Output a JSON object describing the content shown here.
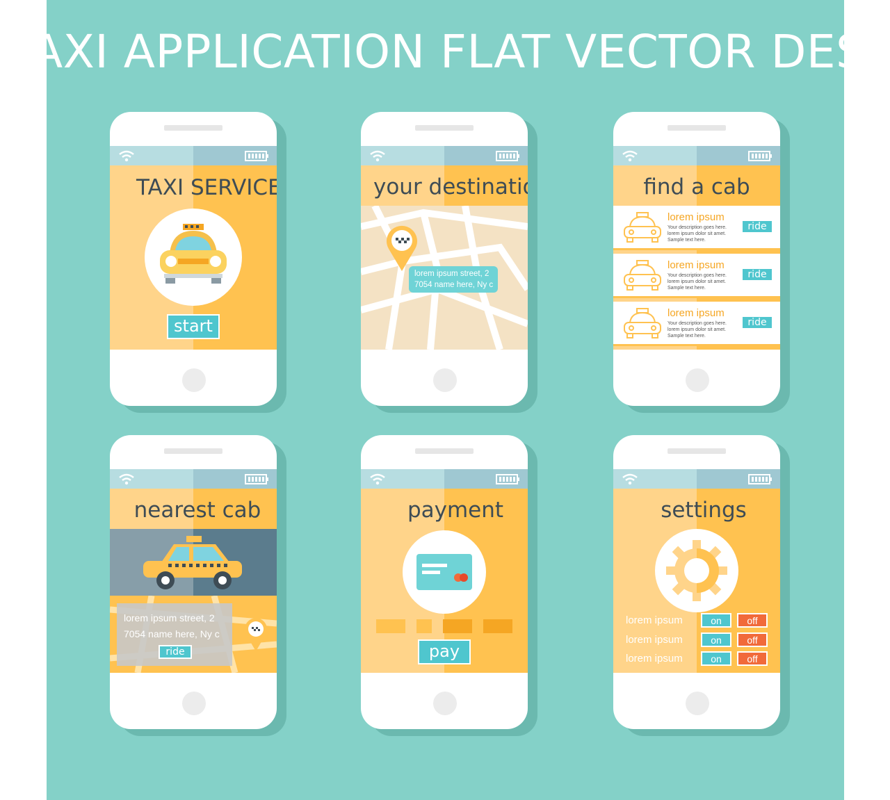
{
  "headline": "AXI APPLICATION FLAT VECTOR DESIG",
  "colors": {
    "background": "#84d1c8",
    "accent_orange": "#ffc250",
    "accent_light": "#ffd48a",
    "teal": "#4fc6ce",
    "off_red": "#f16a3a",
    "text_dark": "#3e4c55"
  },
  "phones": {
    "service": {
      "title": "TAXI SERVICE",
      "start_label": "start",
      "icon": "taxi-front-icon"
    },
    "destination": {
      "title": "your destination",
      "address_line1": "lorem ipsum street, 2",
      "address_line2": "7054 name here, Ny c",
      "icon": "map-pin-icon"
    },
    "find_cab": {
      "title": "find a cab",
      "items": [
        {
          "name": "lorem ipsum",
          "desc": "Your description goes here. lorem ipsum dolor sit amet. Sample text here.",
          "ride": "ride"
        },
        {
          "name": "lorem ipsum",
          "desc": "Your description goes here. lorem ipsum dolor sit amet. Sample text here.",
          "ride": "ride"
        },
        {
          "name": "lorem ipsum",
          "desc": "Your description goes here. lorem ipsum dolor sit amet. Sample text here.",
          "ride": "ride"
        }
      ]
    },
    "nearest": {
      "title": "nearest cab",
      "address_line1": "lorem ipsum street, 2",
      "address_line2": "7054 name here, Ny c",
      "ride": "ride"
    },
    "payment": {
      "title": "payment",
      "pay_label": "pay",
      "icon": "credit-card-icon"
    },
    "settings": {
      "title": "settings",
      "icon": "gear-icon",
      "rows": [
        {
          "label": "lorem ipsum",
          "on": "on",
          "off": "off"
        },
        {
          "label": "lorem ipsum",
          "on": "on",
          "off": "off"
        },
        {
          "label": "lorem ipsum",
          "on": "on",
          "off": "off"
        }
      ]
    }
  }
}
